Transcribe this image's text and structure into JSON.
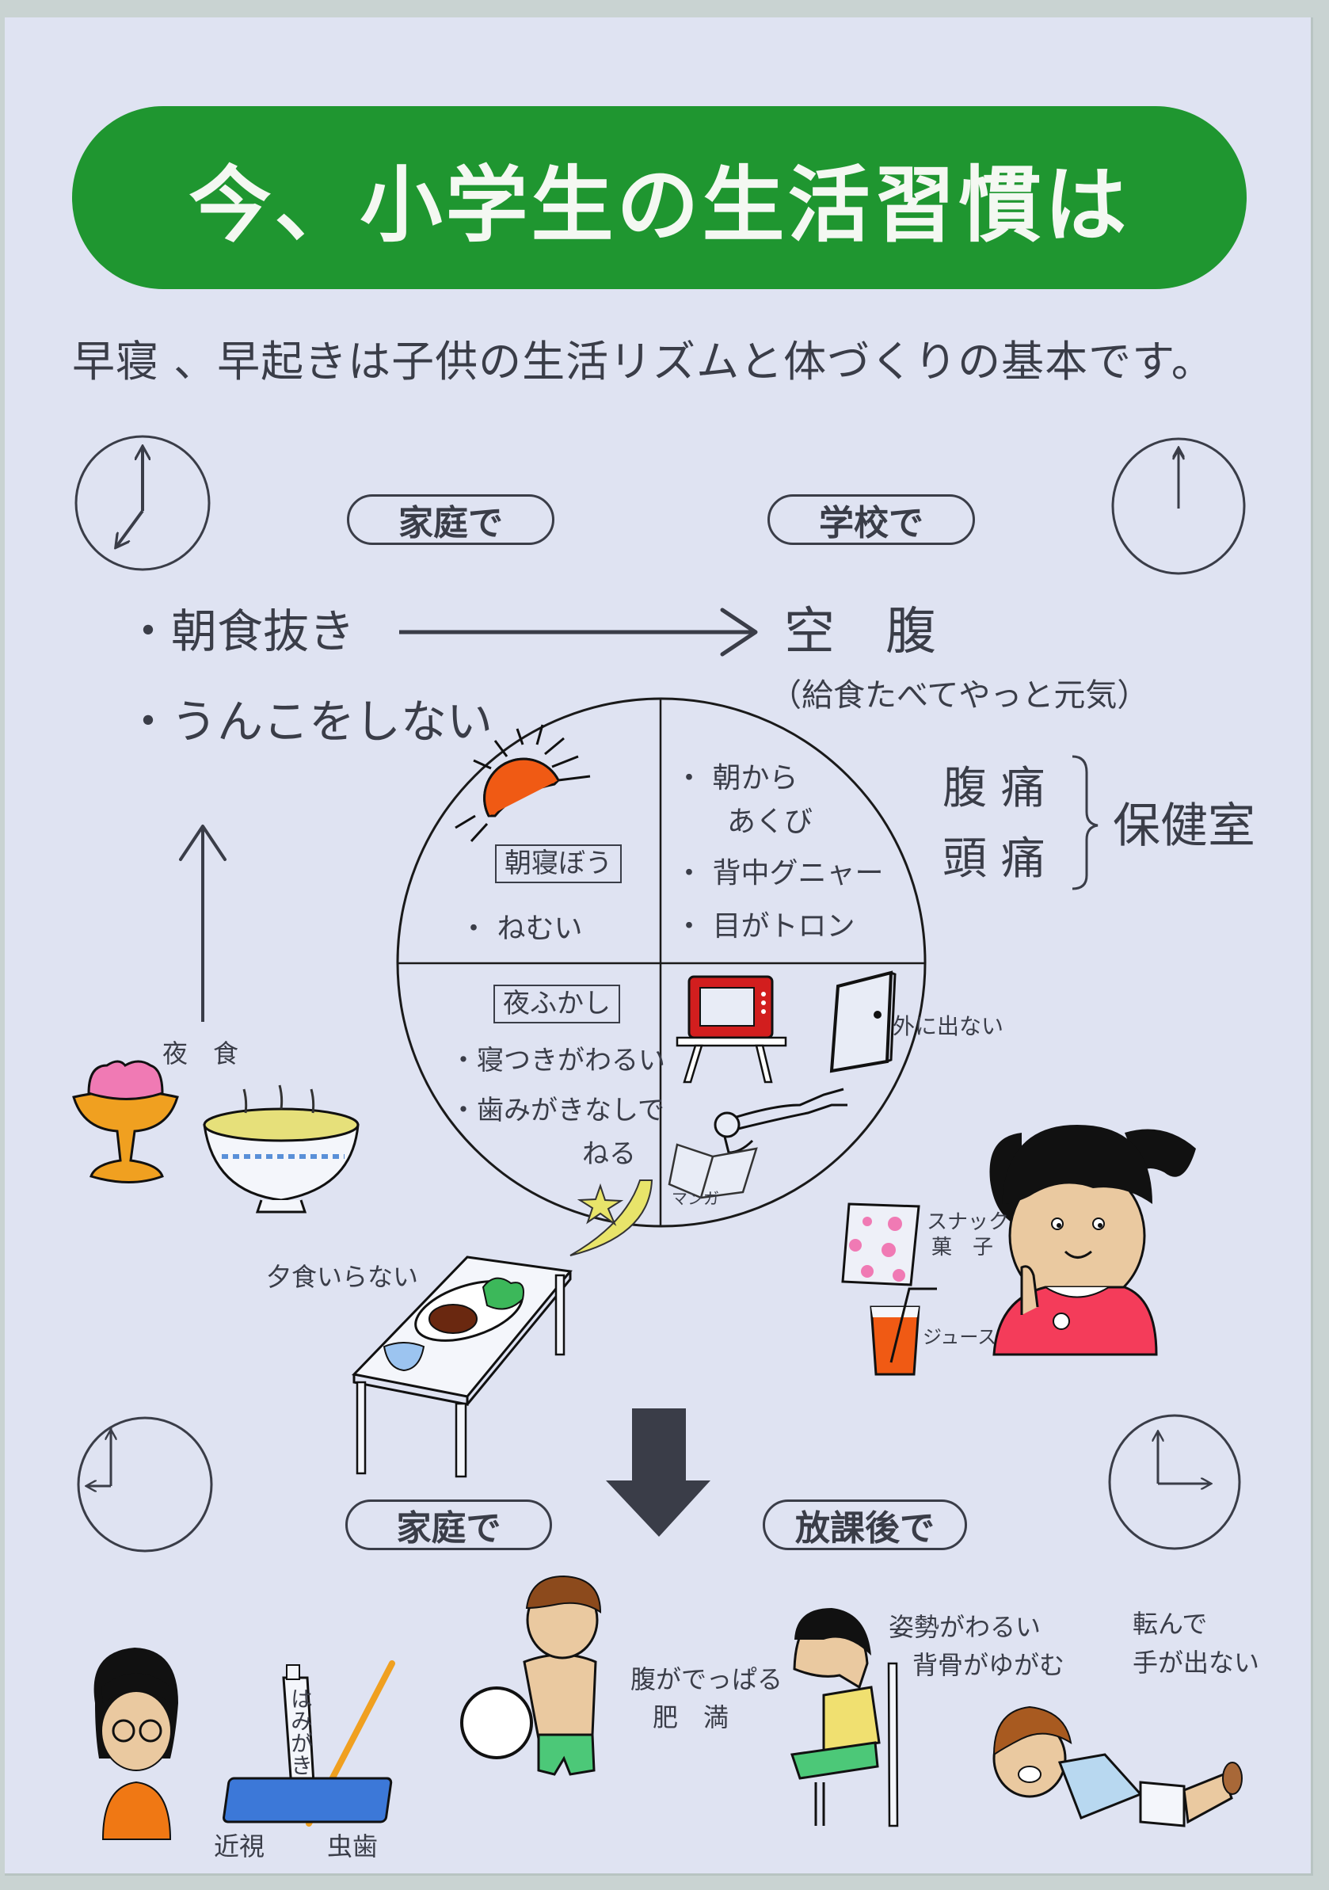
{
  "title": "今、小学生の生活習慣は",
  "subtitle": "早寝 、早起きは子供の生活リズムと体づくりの基本です。",
  "colors": {
    "title_green": "#1f9630",
    "board_bg": "#dfe3f2",
    "text": "#3a3d48",
    "sun": "#f05a14",
    "moon": "#e8e46a",
    "tv_red": "#d21e1e",
    "jelly_pink": "#f07ab4",
    "cup_orange": "#f0a020",
    "scale_blue": "#3c78d8",
    "shorts_green": "#4cc878"
  },
  "top_section": {
    "home_pill": "家庭で",
    "school_pill": "学校で",
    "clock_left": {
      "hour": 7,
      "minute": 0
    },
    "clock_right": {
      "hour": 12,
      "minute": 0
    },
    "home_items": [
      "・朝食抜き",
      "・うんこをしない"
    ],
    "result": "空　腹",
    "result_note": "（給食たべてやっと元気）",
    "symptoms": [
      "腹 痛",
      "頭 痛"
    ],
    "symptoms_result": "保健室"
  },
  "wheel": {
    "q1_label": "朝寝ぼう",
    "q1_items": [
      "・ ねむい"
    ],
    "q2_items": [
      "・ 朝から",
      "あくび",
      "・ 背中グニャー",
      "・ 目がトロン"
    ],
    "q3_label": "夜ふかし",
    "q3_items": [
      "・寝つきがわるい",
      "・歯みがきなしで",
      "ねる"
    ],
    "q4_labels": {
      "outside": "外に出ない",
      "manga": "マンガ"
    }
  },
  "side_labels": {
    "late_snack": "夜　食",
    "no_dinner": "夕食いらない",
    "snack": "スナック",
    "sweets": "菓　子",
    "juice": "ジュース"
  },
  "bottom_section": {
    "home_pill": "家庭で",
    "after_school_pill": "放課後で",
    "clock_left": {
      "hour": 9,
      "minute": 0
    },
    "clock_right": {
      "hour": 3,
      "minute": 0
    },
    "toothpaste": "はみがき",
    "myopia": "近視",
    "cavities": "虫歯",
    "belly": "腹がでっぱる",
    "obesity": "肥　満",
    "posture": "姿勢がわるい",
    "spine": "背骨がゆがむ",
    "fall1": "転んで",
    "fall2": "手が出ない"
  }
}
